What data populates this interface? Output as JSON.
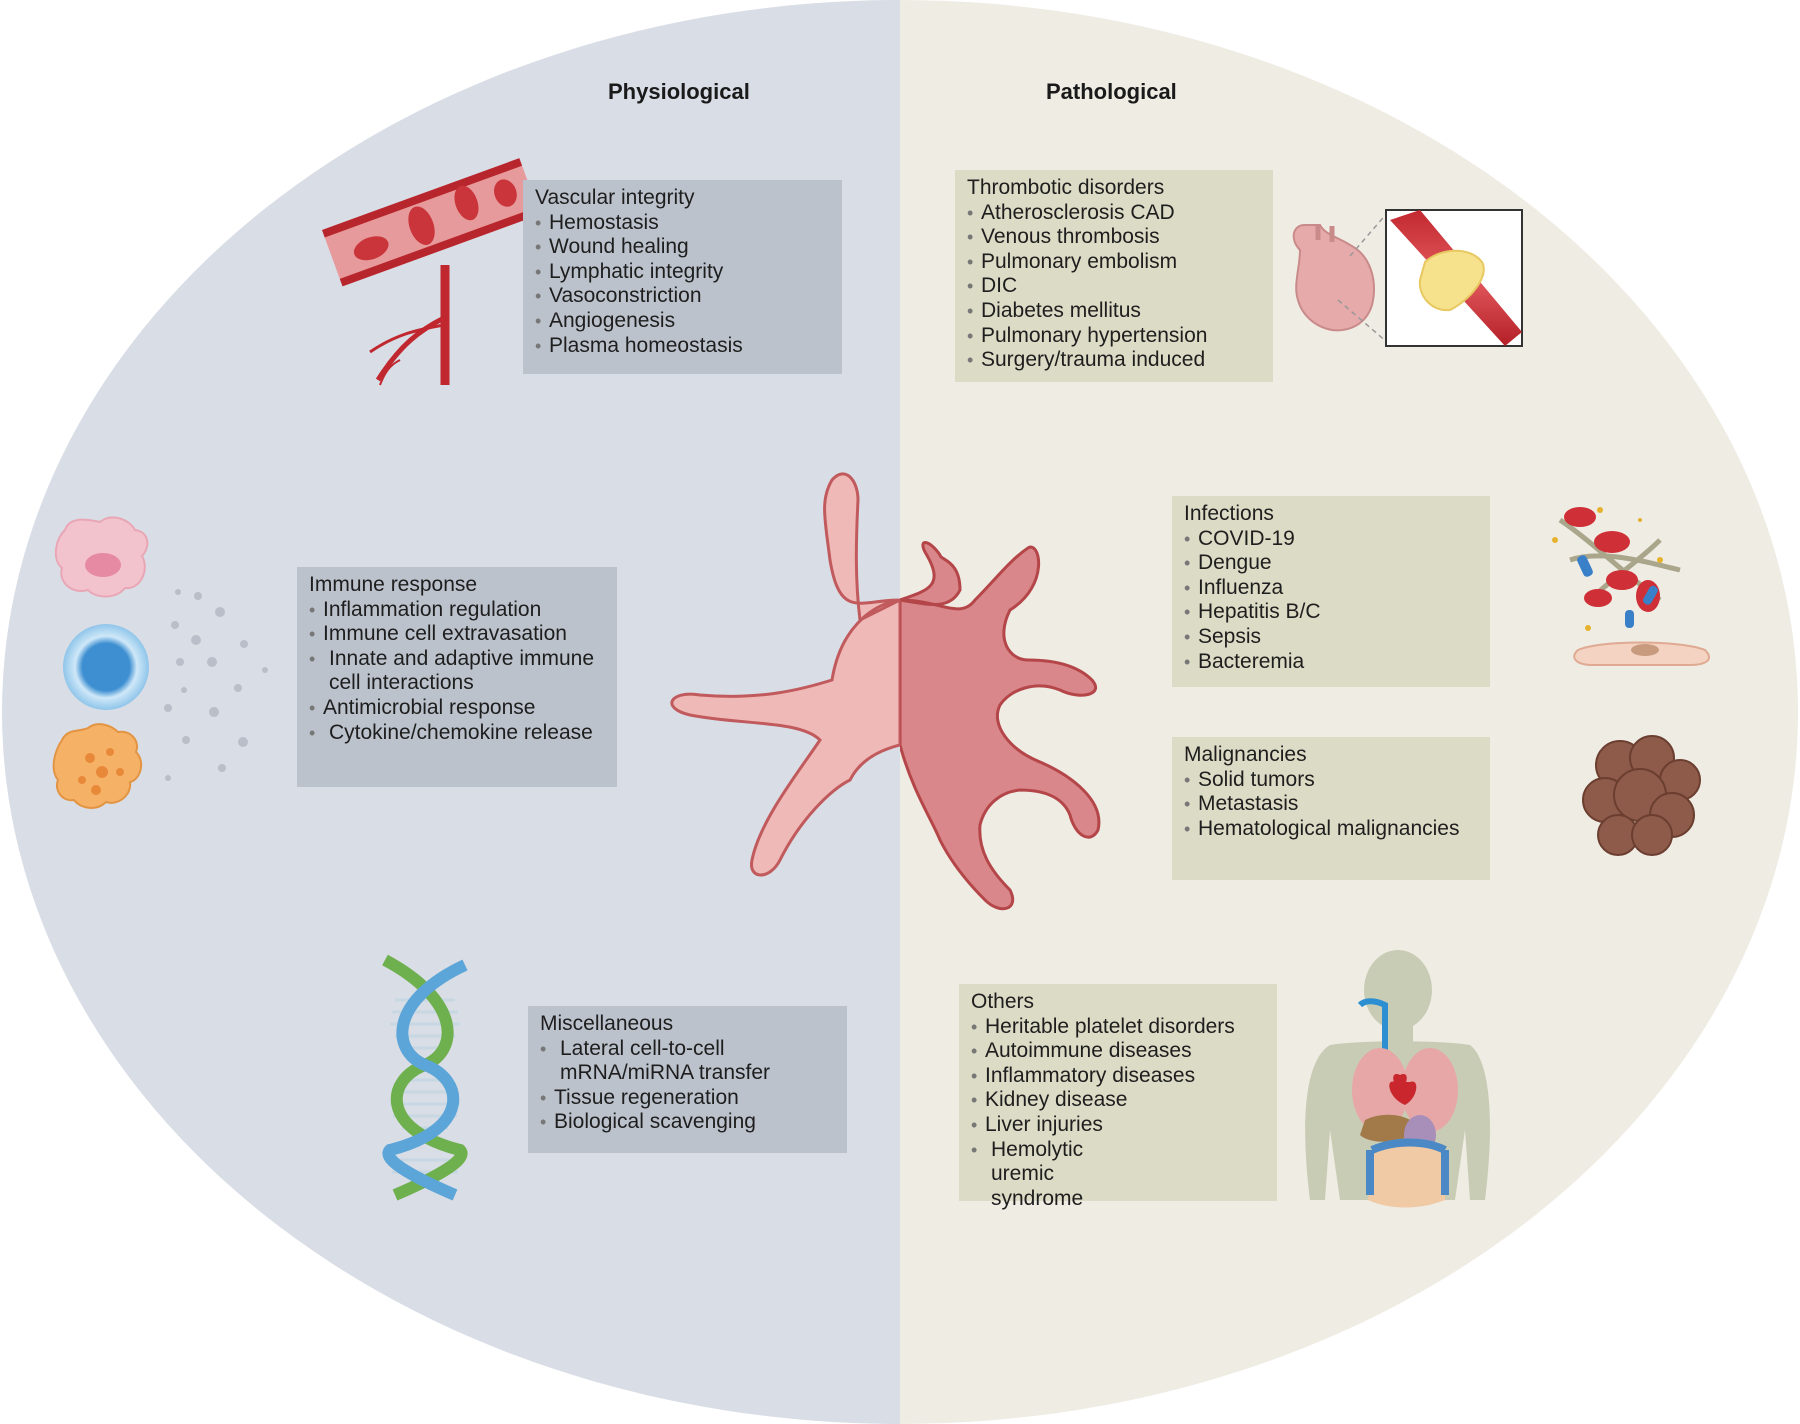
{
  "physiological": {
    "title": "Physiological",
    "vascular": {
      "header": "Vascular integrity",
      "items": [
        "Hemostasis",
        "Wound healing",
        "Lymphatic integrity",
        "Vasoconstriction",
        "Angiogenesis",
        "Plasma homeostasis"
      ]
    },
    "immune": {
      "header": "Immune response",
      "items": [
        "Inflammation regulation",
        "Immune cell extravasation",
        "Innate and adaptive immune cell interactions",
        "Antimicrobial response",
        "Cytokine/chemokine release"
      ]
    },
    "misc": {
      "header": "Miscellaneous",
      "items": [
        "Lateral cell-to-cell mRNA/miRNA transfer",
        "Tissue regeneration",
        "Biological scavenging"
      ]
    }
  },
  "pathological": {
    "title": "Pathological",
    "thrombotic": {
      "header": "Thrombotic disorders",
      "items": [
        "Atherosclerosis CAD",
        "Venous thrombosis",
        "Pulmonary embolism",
        "DIC",
        "Diabetes mellitus",
        "Pulmonary hypertension",
        "Surgery/trauma induced"
      ]
    },
    "infections": {
      "header": "Infections",
      "items": [
        "COVID-19",
        "Dengue",
        "Influenza",
        "Hepatitis B/C",
        "Sepsis",
        "Bacteremia"
      ]
    },
    "malignancies": {
      "header": "Malignancies",
      "items": [
        "Solid tumors",
        "Metastasis",
        "Hematological malignancies"
      ]
    },
    "others": {
      "header": "Others",
      "items": [
        "Heritable platelet disorders",
        "Autoimmune diseases",
        "Inflammatory diseases",
        "Kidney disease",
        "Liver injuries",
        "Hemolytic uremic syndrome"
      ]
    }
  },
  "colors": {
    "left_half": "#d9dde5",
    "right_half": "#efece4",
    "phys_box": "#bcc2cc",
    "path_box": "#dcdbc6",
    "platelet_light": "#efb9b7",
    "platelet_dark": "#d9878a"
  },
  "icons": [
    "blood-vessel-icon",
    "heart-artery-plaque-icon",
    "immune-cells-icon",
    "platelet-icon",
    "infection-aggregate-icon",
    "tumor-icon",
    "dna-helix-icon",
    "human-organs-icon"
  ]
}
